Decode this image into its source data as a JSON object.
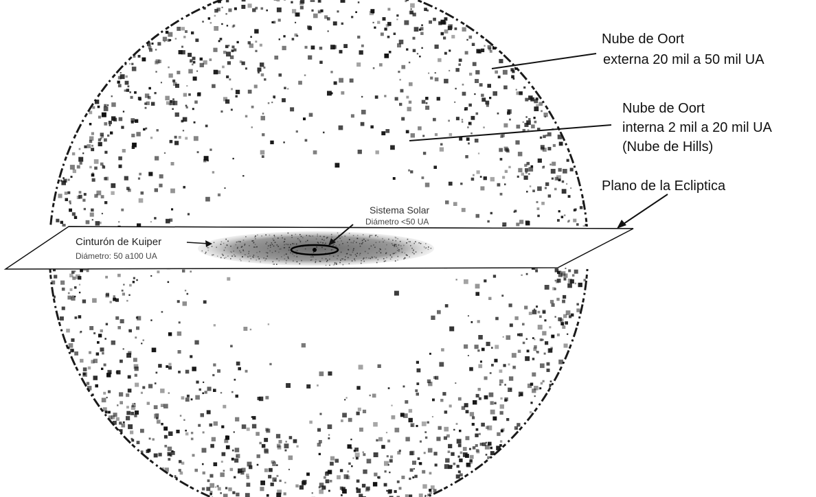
{
  "labels": {
    "outer_cloud": {
      "line1": "Nube de Oort",
      "line2": "externa 20 mil a 50 mil UA"
    },
    "inner_cloud": {
      "line1": "Nube de Oort",
      "line2": "interna 2 mil a 20 mil UA",
      "line3": "(Nube de Hills)"
    },
    "ecliptic_plane": "Plano de la Ecliptica",
    "solar_system": {
      "name": "Sistema Solar",
      "diameter": "Diámetro <50 UA"
    },
    "kuiper_belt": {
      "name": "Cinturón de Kuiper",
      "diameter": "Diámetro: 50 a100 UA"
    }
  },
  "colors": {
    "particles": "#111111",
    "lines": "#111111",
    "kuiper": "#555555",
    "background": "#ffffff"
  }
}
